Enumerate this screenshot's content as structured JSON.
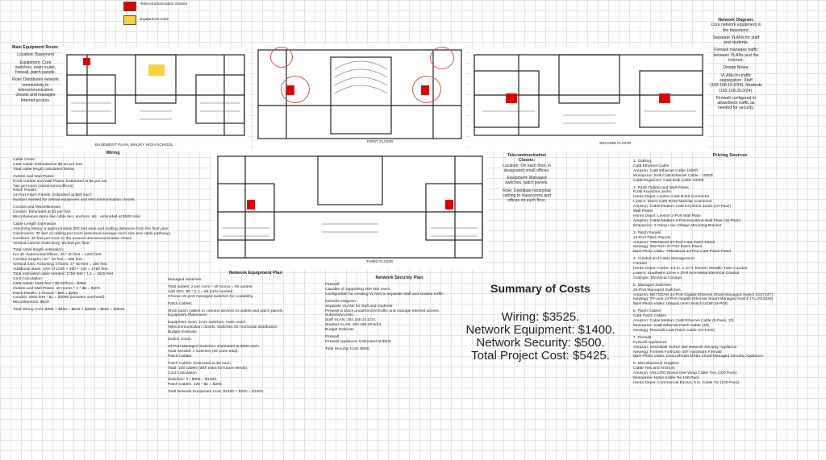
{
  "legend": {
    "telecom_label": "-Telecommunication closets",
    "equipment_label": "-Equipment room",
    "telecom_color": "#e00000",
    "equipment_color": "#f5d33a"
  },
  "main_equipment": {
    "title": "Main Equipment Room:",
    "lines": [
      "Location: Basement",
      "Equipment: Core switches, main router, firewall, patch panels.",
      "Role: Distributes network connectivity to telecommunication closets and manages Internet access."
    ]
  },
  "plan_captions": {
    "basement": "BASEMENT PLAN, MAURY HIGH SCHOOL",
    "first": "FIRST FLOOR",
    "second": "SECOND FLOOR",
    "third": "THIRD FLOOR"
  },
  "network_diagram": {
    "title": "Network Diagram:",
    "lines": [
      "Core network equipment in the basement.",
      "Separate VLANs for staff and students.",
      "Firewall manages traffic between VLANs and the Internet.",
      "Design Notes:",
      "VLANs for traffic segregation: Staff (192.168.10.0/24), Students (192.168.20.0/24).",
      "Firewall configured to allow/block traffic as needed for security."
    ]
  },
  "wiring": {
    "title": "Wiring",
    "paras": [
      "Cable Costs:\nCat6 Cable: Estimated at $0.20 per foot.\nTotal cable length calculated below.",
      "Outlets and Wall Plates:\nRJ45 Outlets and Wall Plates: Estimated at $5 per set.\nTwo per room (classrooms/offices).\nPatch Panels:\n24-Port Patch Panels: Estimated at $60 each.\nNumber needed for central equipment and telecommunication closets.",
      "Conduit and Miscellaneous:\nConduit: Estimated at $1 per foot.\nMiscellaneous items like cable ties, anchors, etc., estimated at $500 total.",
      "Cable Length Estimation\nAssuming Maury is approximately 300 feet wide and scaling distances from the floor plan:\nClassrooms: 30 feet of cabling per room (assumed average room size and cable pathway).\nCorridors: 10 feet per room to the nearest telecommunication closet.\nVertical runs for multi-story: 50 feet per floor.",
      "Total cable length estimation:\nFor 40 classrooms/offices, 40 * 30 feet = 1200 feet.\nCorridor lengths: 40 * 10 feet = 400 feet.\nVertical runs: Assuming 3 floors, 3 * 50 feet = 150 feet.\nAdditional slack: 10% of 1200 + 400 + 150 = 1750 feet.\nTotal estimated cable needed: 1750 feet * 1.1 = 1925 feet.\nCost Calculation:\nCat6 Cable: 1925 feet * $0.20/foot = $385.\nOutlets and Wall Plates: 40 rooms * 2 * $5 = $400.\nPatch Panels: 4 closets * $60 = $240.\nConduit: 2000 feet * $1 = $2000 (includes overhead).\nMiscellaneous: $500.",
      "Total Wiring Cost: $385 + $400 + $240 + $2000 + $500 = $3525."
    ]
  },
  "telecom_closets": {
    "title": "Telecommunication Closets:",
    "lines": [
      "Location: On each floor, in designated small offices.",
      "Equipment: Managed switches, patch panels.",
      "Role: Distribute horizontal cabling to classrooms and offices on each floor."
    ]
  },
  "network_equipment": {
    "title": "Network Equipment Plan",
    "paras": [
      "Managed Switches:",
      "Total outlets: 2 per room * 40 rooms = 80 outlets.\nAdd 10%: 80 * 1.1 = 88 ports needed.\nChoose 24-port managed switches for scalability.",
      "Patch Cables:",
      "Short patch cables to connect devices to outlets and patch panels.\nEquipment Placement:",
      "Equipment room: Core switches, main router.\nTelecommunication closets: Switches for horizontal distribution.\nBudget Estimate",
      "Switch Costs:",
      "24-Port Managed Switches: Estimated at $300 each.\nTotal needed: 4 switches (96 ports total).\nPatch Cables:",
      "Patch Cables: Estimated at $2 each.\nTotal: 100 cables (with extra for future needs).\nCost Calculation:",
      "Switches: 4 * $300 = $1200.\nPatch Cables: 100 * $2 = $200.",
      "Total Network Equipment Cost: $1200 + $200 = $1400."
    ]
  },
  "network_security": {
    "title": "Network Security Plan",
    "paras": [
      "Firewall:\nCapable of supporting 200-300 users.\nConfigurable for creating VLANs to separate staff and student traffic.",
      "Network Diagram:\nSeparate VLANs for staff and students.\nFirewall to block unauthorized traffic and manage Internet access.\nSubnets/VLANs:\nStaff VLAN: 192.168.10.0/24.\nStudent VLAN: 192.168.20.0/24.\nBudget Estimate",
      "Firewall:\nFirewall Appliance: Estimated at $500.",
      "Total Security Cost: $500."
    ]
  },
  "summary": {
    "title": "Summary of Costs",
    "wiring": "Wiring: $3525.",
    "equipment": "Network Equipment: $1400.",
    "security": "Network Security: $500.",
    "total": "Total Project Cost: $5425."
  },
  "pricing": {
    "title": "Pricing Sources",
    "paras": [
      "1. Cabling\nCat6 Ethernet Cable\nAmazon: Cat6 Ethernet Cable 1000ft\nMonoprice: Bulk Cat6 Ethernet Cable - 1000ft\nCableOrganizer: Cat6 Bulk Cable 1000ft",
      "2. RJ45 Outlets and Wall Plates\nRJ45 Keystone Jacks\nHome Depot: Leviton Cat6 RJ45 Connector\nLowe's: Eaton Cat6 RJ45 Modular Connector\nAmazon: Cable Matters Cat6 Keystone Jacks (10-Pack)\nWall Plates\nHome Depot: Leviton 2-Port Wall Plate\nAmazon: Cable Matters 2-Port Keystone Wall Plate (10-Pack)\nMonoprice: 2-Gang Low Voltage Mounting Bracket",
      "3. Patch Panels\n24-Port Patch Panels\nAmazon: TRENDnet 24-Port Cat6 Patch Panel\nNewegg: StarTech 24-Port Patch Panel\nB&H Photo Video: TRENDnet 24-Port Cat6 Patch Panel",
      "4. Conduit and Cable Management\nConduit\nHome Depot: Carlon 1/2 in. x 10 ft. Electric Metallic Tube Conduit\nLowe's: Southwire 1/2-in x 10-ft Non-Metal Electrical Conduit\nGrainger: Electrical Conduit",
      "5. Managed Switches\n24-Port Managed Switches\nAmazon: NETGEAR 24-Port Gigabit Ethernet Smart Managed Switch (GS724T)\nNewegg: TP-Link 24-Port Gigabit Ethernet Smart Managed Switch (TL-SG3428)\nB&H Photo Video: Ubiquiti UniFi Switch USW-24-POE",
      "6. Patch Cables\nCat6 Patch Cables\nAmazon: Cable Matters Cat6 Ethernet Cable (5-Pack, 1ft)\nMonoprice: Cat6 Ethernet Patch Cable (1ft)\nNewegg: Rosewill Cat6 Patch Cable (10-Pack)",
      "7. Firewall\nFirewall Appliances\nAmazon: SonicWall SOHO 250 Network Security Appliance\nNewegg: Fortinet FortiGate 40F Hardware Firewall\nB&H Photo Video: Cisco Meraki MX64 Cloud-Managed Security Appliance",
      "8. Miscellaneous Supplies\nCable Ties and Anchors\nAmazon: VELCRO Brand One-Wrap Cable Ties (100 Pack)\nMonoprice: Nylon Cable Tie 100 Pack\nHome Depot: Commercial Electric 8 in. Cable Tie (100-Pack)"
    ]
  }
}
